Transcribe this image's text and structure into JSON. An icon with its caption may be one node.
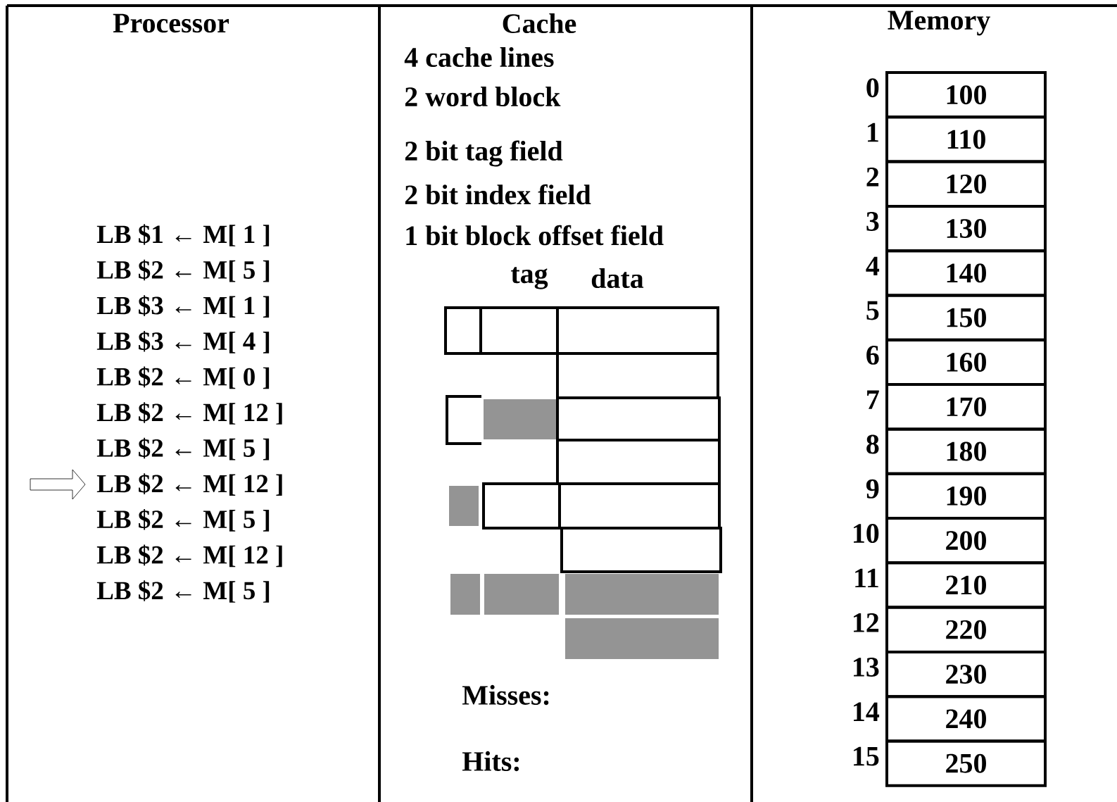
{
  "diagram": {
    "nodes": [
      {
        "text": [
          "100"
        ],
        "beside": [
          "0"
        ]
      },
      {
        "text": [
          "110"
        ],
        "beside": [
          "1"
        ]
      },
      {
        "text": [
          "120"
        ],
        "beside": [
          "2"
        ]
      },
      {
        "text": [
          "130"
        ],
        "beside": [
          "3"
        ]
      },
      {
        "text": [
          "140"
        ],
        "beside": [
          "4"
        ]
      },
      {
        "text": [
          "150"
        ],
        "beside": [
          "5"
        ]
      },
      {
        "text": [
          "160"
        ],
        "beside": [
          "6"
        ]
      },
      {
        "text": [
          "170"
        ],
        "beside": [
          "7"
        ]
      },
      {
        "text": [
          "180"
        ],
        "beside": [
          "8"
        ]
      },
      {
        "text": [
          "190"
        ],
        "beside": [
          "9"
        ]
      },
      {
        "text": [
          "200"
        ],
        "beside": [
          "10"
        ]
      },
      {
        "text": [
          "210"
        ],
        "beside": [
          "11"
        ]
      },
      {
        "text": [
          "220"
        ],
        "beside": [
          "12"
        ]
      },
      {
        "text": [
          "230"
        ],
        "beside": [
          "13"
        ]
      },
      {
        "text": [
          "240"
        ],
        "beside": [
          "14"
        ]
      },
      {
        "text": [
          "250"
        ],
        "beside": [
          "15"
        ]
      }
    ],
    "labels": [
      "Processor",
      "Cache",
      "Memory",
      "4 cache lines",
      "2 word block",
      "2 bit tag field",
      "2 bit index field",
      "LB $1 ← M[ 1 ]",
      "1 bit block offset field",
      "LB $2 ← M[ 5 ]",
      "tag",
      "data",
      "LB $3 ← M[ 1 ]",
      "LB $3 ← M[ 4 ]",
      "LB $2 ← M[ 0 ]",
      "LB $2 ← M[ 12 ]",
      "LB $2 ← M[ 5 ]",
      "LB $2 ← M[ 12 ]",
      "LB $2 ← M[ 5 ]",
      "LB $2 ← M[ 12 ]",
      "LB $2 ← M[ 5 ]",
      "Misses:",
      "Hits:"
    ]
  }
}
